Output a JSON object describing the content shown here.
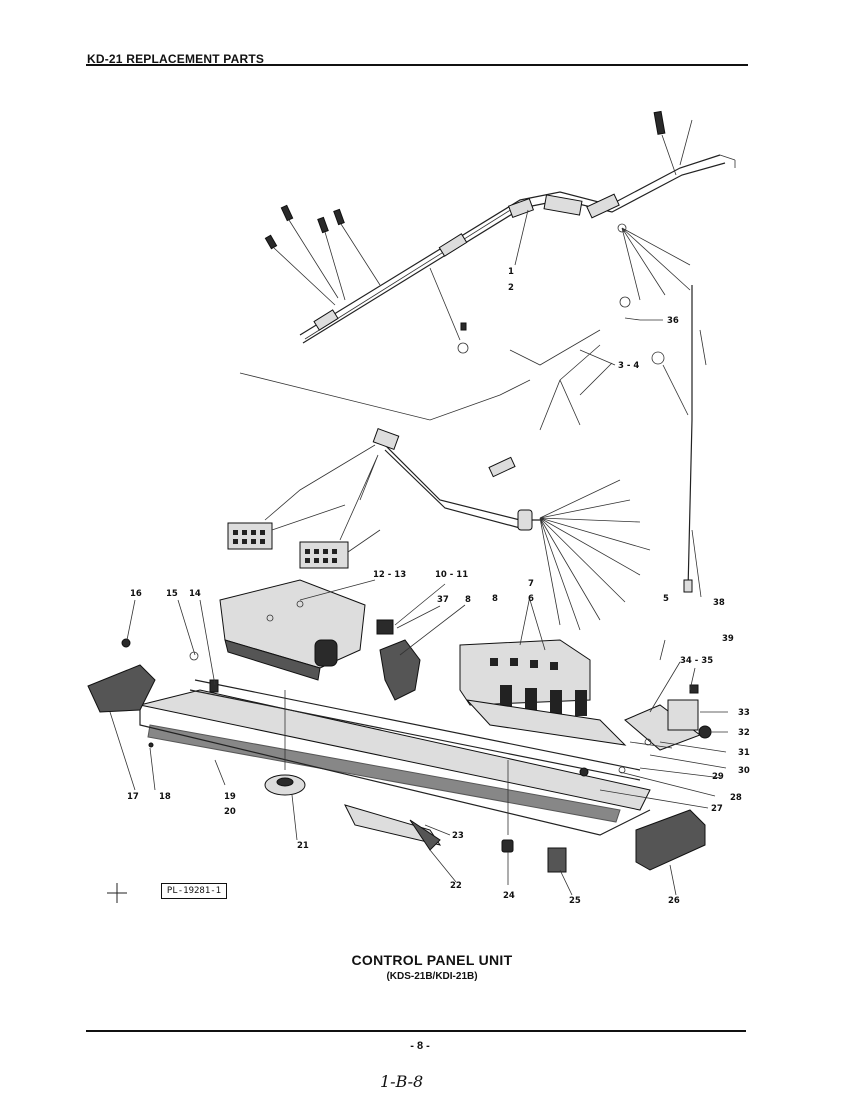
{
  "header": {
    "title": "KD-21 REPLACEMENT PARTS"
  },
  "diagram": {
    "callouts": [
      {
        "id": "c1",
        "text": "1"
      },
      {
        "id": "c2",
        "text": "2"
      },
      {
        "id": "c36",
        "text": "36"
      },
      {
        "id": "c34b",
        "text": "3 - 4"
      },
      {
        "id": "c5",
        "text": "5"
      },
      {
        "id": "c7",
        "text": "7"
      },
      {
        "id": "c6",
        "text": "6"
      },
      {
        "id": "c8a",
        "text": "8"
      },
      {
        "id": "c8b",
        "text": "8"
      },
      {
        "id": "c1011",
        "text": "10 - 11"
      },
      {
        "id": "c37",
        "text": "37"
      },
      {
        "id": "c1213",
        "text": "12 - 13"
      },
      {
        "id": "c14",
        "text": "14"
      },
      {
        "id": "c15",
        "text": "15"
      },
      {
        "id": "c16",
        "text": "16"
      },
      {
        "id": "c17",
        "text": "17"
      },
      {
        "id": "c18",
        "text": "18"
      },
      {
        "id": "c19",
        "text": "19"
      },
      {
        "id": "c20",
        "text": "20"
      },
      {
        "id": "c21",
        "text": "21"
      },
      {
        "id": "c22",
        "text": "22"
      },
      {
        "id": "c23",
        "text": "23"
      },
      {
        "id": "c24",
        "text": "24"
      },
      {
        "id": "c25",
        "text": "25"
      },
      {
        "id": "c26",
        "text": "26"
      },
      {
        "id": "c27",
        "text": "27"
      },
      {
        "id": "c28",
        "text": "28"
      },
      {
        "id": "c29",
        "text": "29"
      },
      {
        "id": "c30",
        "text": "30"
      },
      {
        "id": "c31",
        "text": "31"
      },
      {
        "id": "c32",
        "text": "32"
      },
      {
        "id": "c33",
        "text": "33"
      },
      {
        "id": "c3435",
        "text": "34 - 35"
      },
      {
        "id": "c39",
        "text": "39"
      },
      {
        "id": "c38",
        "text": "38"
      }
    ],
    "reference_code": "PL-19281-1"
  },
  "title": "CONTROL PANEL UNIT",
  "subtitle": "(KDS-21B/KDI-21B)",
  "page_number": "- 8 -",
  "handwritten_number": "1-B-8"
}
